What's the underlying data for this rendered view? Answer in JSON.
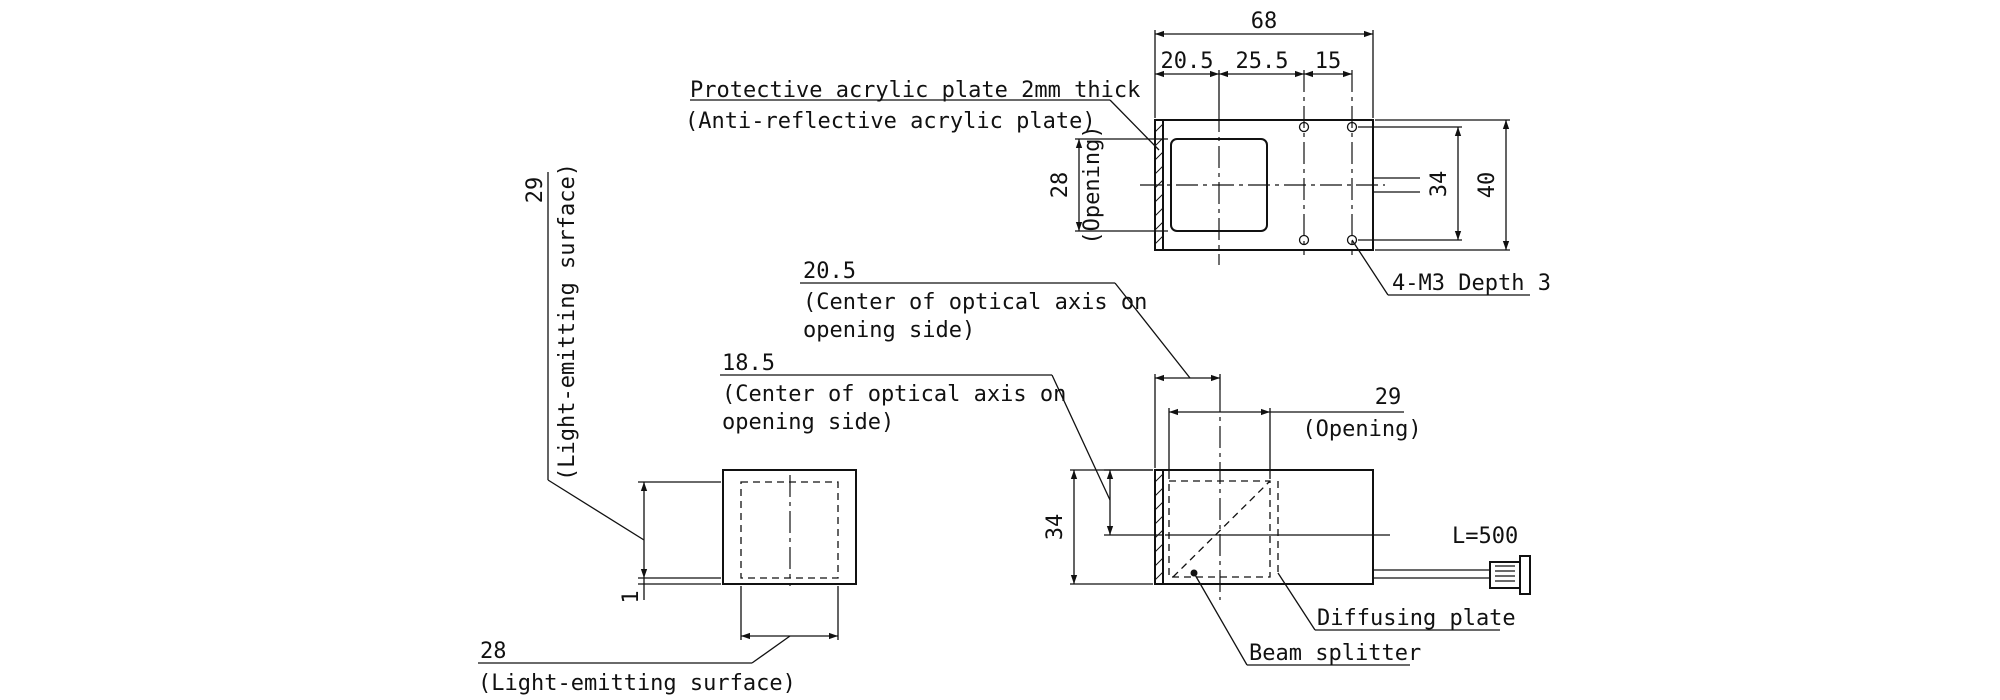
{
  "top_view": {
    "dim_overall_width": "68",
    "dim_seg_1": "20.5",
    "dim_seg_2": "25.5",
    "dim_seg_3": "15",
    "dim_height": "40",
    "dim_hole_pitch": "34",
    "dim_opening": "28",
    "label_opening": "(Opening)",
    "acrylic_note_line1": "Protective acrylic plate 2mm thick",
    "acrylic_note_line2": "(Anti-reflective acrylic plate)",
    "holes_note": "4-M3 Depth 3"
  },
  "front_view": {
    "dim_axis_value": "20.5",
    "axis_note_line1": "(Center of optical axis on",
    "axis_note_line2": "opening side)",
    "dim_opening": "29",
    "label_opening": "(Opening)",
    "dim_height": "34",
    "cable_length": "L=500",
    "diffusing_label": "Diffusing plate",
    "splitter_label": "Beam splitter"
  },
  "side_view": {
    "dim_axis_value": "18.5",
    "axis_note_line1": "(Center of optical axis on",
    "axis_note_line2": "opening side)",
    "dim_emit_vertical": "29",
    "label_emit_vertical": "(Light-emitting surface)",
    "dim_emit_horizontal": "28",
    "label_emit_horizontal": "(Light-emitting surface)",
    "dim_offset": "1"
  }
}
